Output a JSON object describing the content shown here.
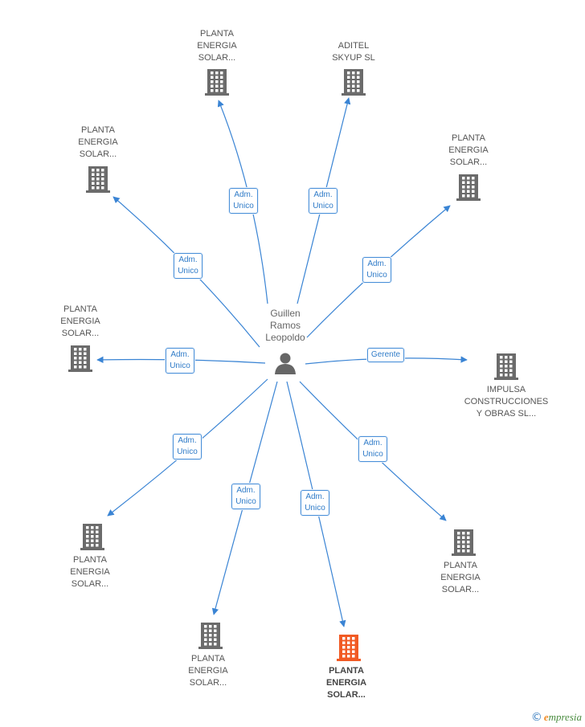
{
  "center": {
    "label": "Guillen\nRamos\nLeopoldo",
    "icon": "person-icon"
  },
  "colors": {
    "edge": "#3a84d4",
    "building": "#6b6b6b",
    "highlight": "#f15a24"
  },
  "companies": [
    {
      "id": "c1",
      "label": "PLANTA\nENERGIA\nSOLAR...",
      "icon": "building-icon",
      "highlight": false
    },
    {
      "id": "c2",
      "label": "ADITEL\nSKYUP  SL",
      "icon": "building-icon",
      "highlight": false
    },
    {
      "id": "c3",
      "label": "PLANTA\nENERGIA\nSOLAR...",
      "icon": "building-icon",
      "highlight": false
    },
    {
      "id": "c4",
      "label": "PLANTA\nENERGIA\nSOLAR...",
      "icon": "building-icon",
      "highlight": false
    },
    {
      "id": "c5",
      "label": "PLANTA\nENERGIA\nSOLAR...",
      "icon": "building-icon",
      "highlight": false
    },
    {
      "id": "c6",
      "label": "IMPULSA\nCONSTRUCCIONES\nY OBRAS SL...",
      "icon": "building-icon",
      "highlight": false
    },
    {
      "id": "c7",
      "label": "PLANTA\nENERGIA\nSOLAR...",
      "icon": "building-icon",
      "highlight": false
    },
    {
      "id": "c8",
      "label": "PLANTA\nENERGIA\nSOLAR...",
      "icon": "building-icon",
      "highlight": false
    },
    {
      "id": "c9",
      "label": "PLANTA\nENERGIA\nSOLAR...",
      "icon": "building-icon",
      "highlight": false
    },
    {
      "id": "c10",
      "label": "PLANTA\nENERGIA\nSOLAR...",
      "icon": "building-icon",
      "highlight": true
    }
  ],
  "edges": [
    {
      "to": "c1",
      "label": "Adm.\nUnico"
    },
    {
      "to": "c2",
      "label": "Adm.\nUnico"
    },
    {
      "to": "c3",
      "label": "Adm.\nUnico"
    },
    {
      "to": "c4",
      "label": "Adm.\nUnico"
    },
    {
      "to": "c5",
      "label": "Adm.\nUnico"
    },
    {
      "to": "c6",
      "label": "Gerente"
    },
    {
      "to": "c7",
      "label": "Adm.\nUnico"
    },
    {
      "to": "c8",
      "label": "Adm.\nUnico"
    },
    {
      "to": "c9",
      "label": "Adm.\nUnico"
    },
    {
      "to": "c10",
      "label": "Adm.\nUnico"
    }
  ],
  "footer": {
    "copyright": "©",
    "brand_e": "e",
    "brand_rest": "mpresia"
  }
}
